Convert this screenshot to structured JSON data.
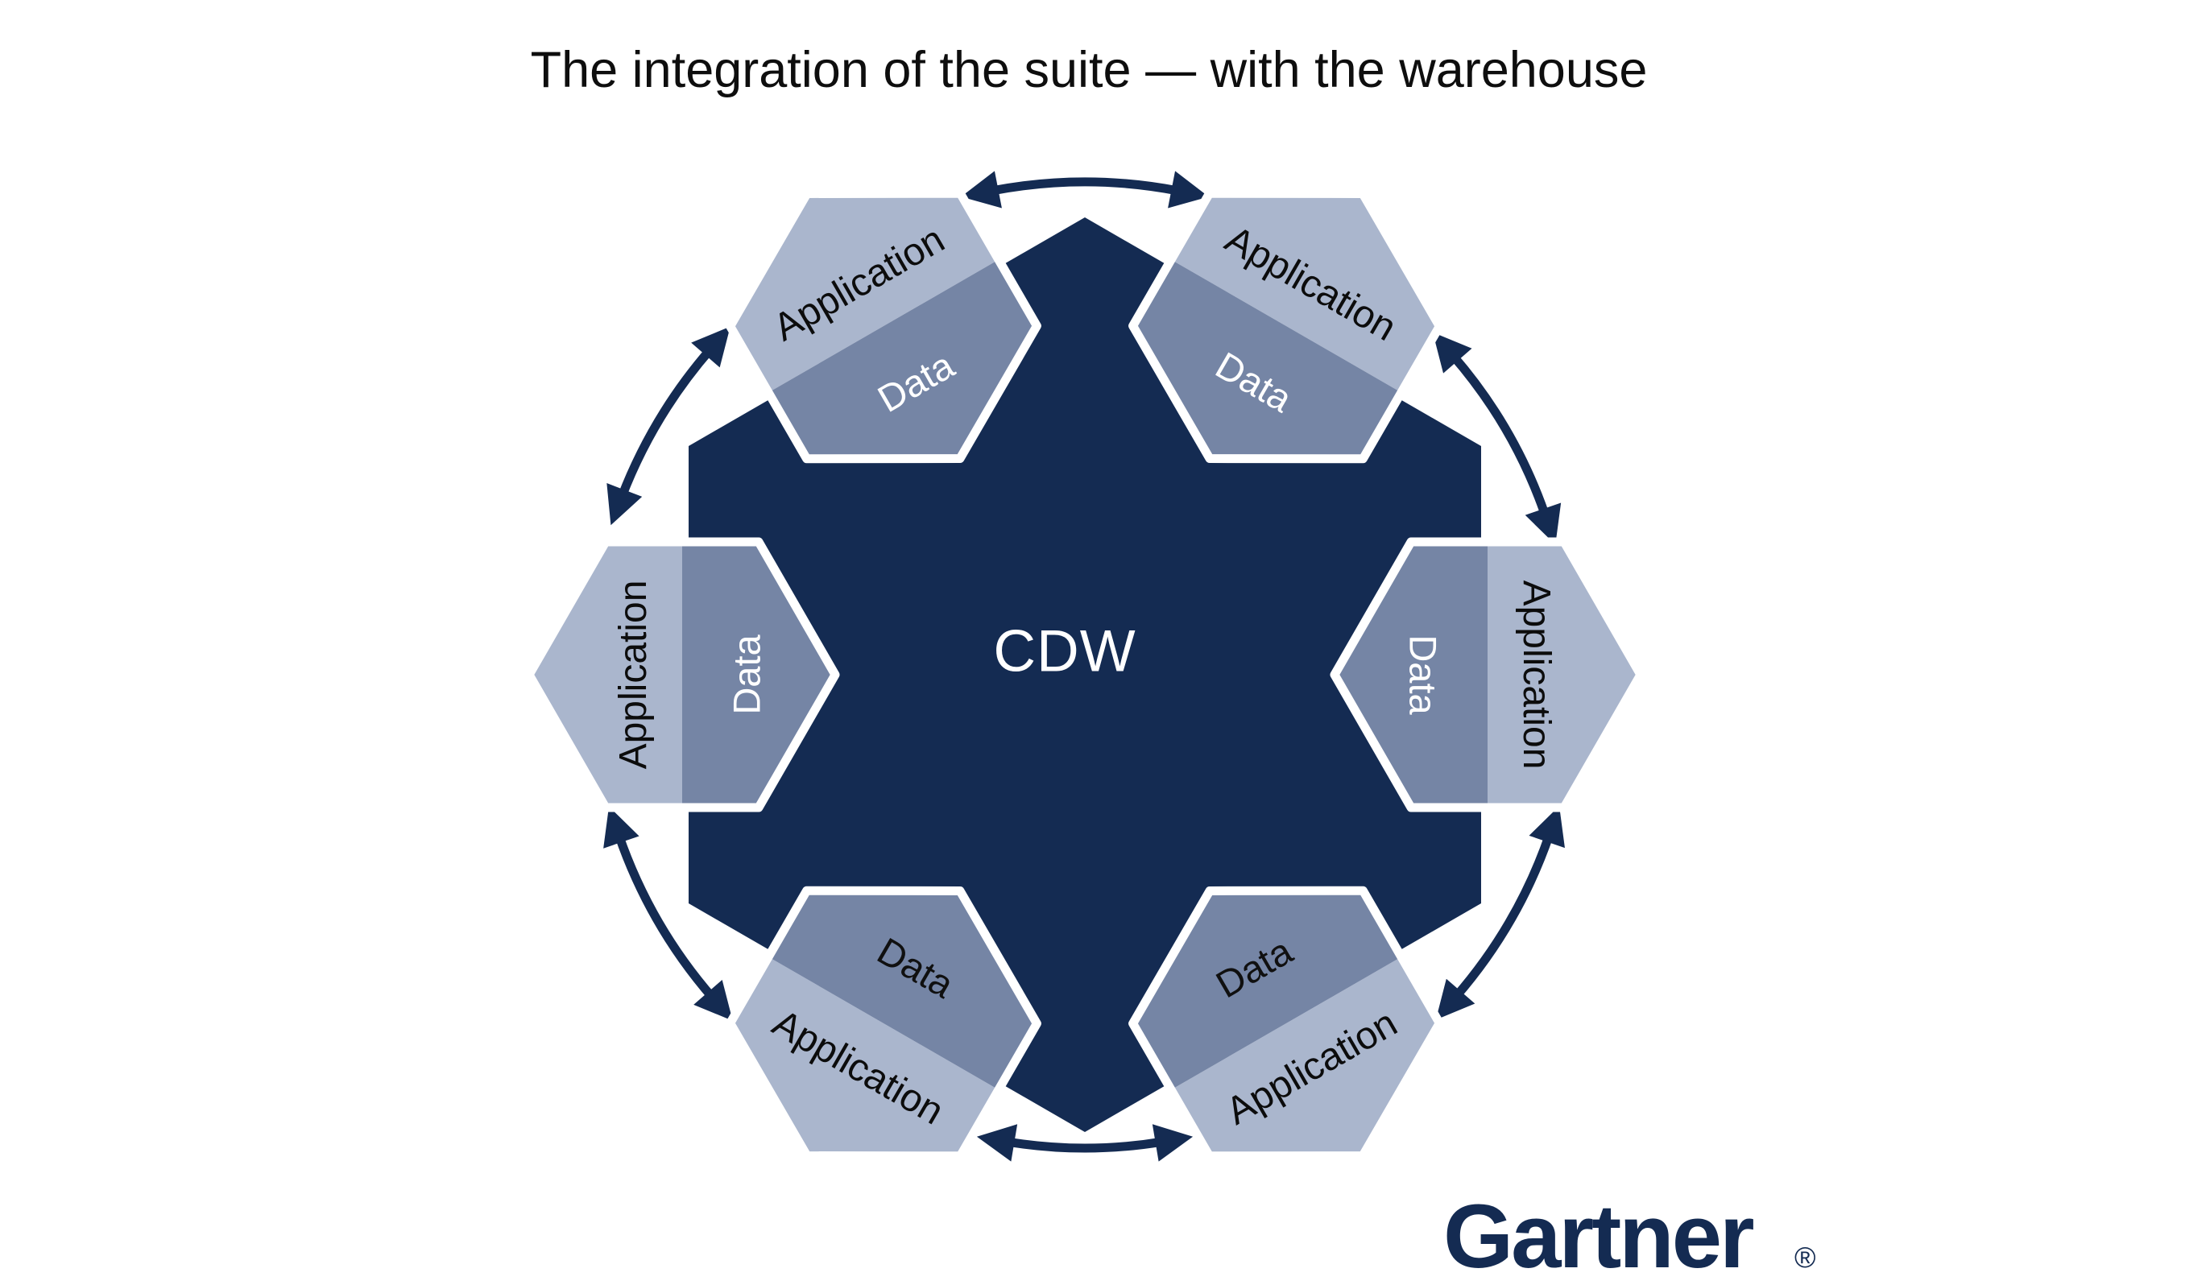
{
  "title": "The integration of the suite — with the warehouse",
  "center": {
    "label": "CDW",
    "text_color": "#ffffff"
  },
  "hexagons": [
    {
      "id": "top-left",
      "application_label": "Application",
      "data_label": "Data",
      "data_text_color": "#ffffff"
    },
    {
      "id": "top-right",
      "application_label": "Application",
      "data_label": "Data",
      "data_text_color": "#ffffff"
    },
    {
      "id": "right",
      "application_label": "Application",
      "data_label": "Data",
      "data_text_color": "#ffffff"
    },
    {
      "id": "bottom-right",
      "application_label": "Application",
      "data_label": "Data",
      "data_text_color": "#101010"
    },
    {
      "id": "bottom-left",
      "application_label": "Application",
      "data_label": "Data",
      "data_text_color": "#101010"
    },
    {
      "id": "left",
      "application_label": "Application",
      "data_label": "Data",
      "data_text_color": "#ffffff"
    }
  ],
  "icons": {
    "sync_arrow": "curved-double-headed-arrow"
  },
  "colors": {
    "background": "#ffffff",
    "navy": "#142b52",
    "application_fill": "#aab6cd",
    "data_fill": "#7585a5",
    "application_text": "#0c0c0c",
    "title_text": "#0e0e0e"
  },
  "logo": {
    "text": "Gartner",
    "registered": "®"
  }
}
